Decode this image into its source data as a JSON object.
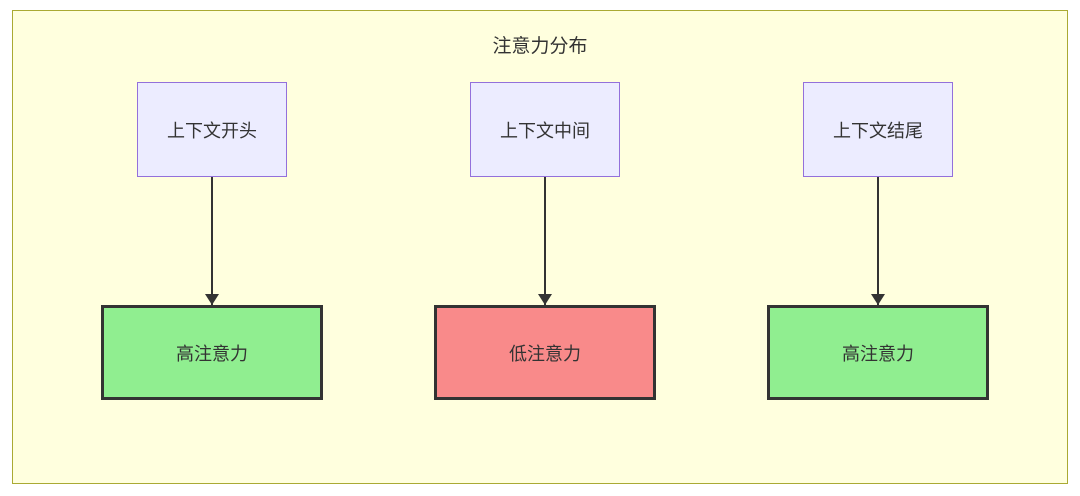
{
  "diagram": {
    "title": "注意力分布",
    "columns": [
      {
        "top": "上下文开头",
        "bottom": "高注意力",
        "bottom_type": "high"
      },
      {
        "top": "上下文中间",
        "bottom": "低注意力",
        "bottom_type": "low"
      },
      {
        "top": "上下文结尾",
        "bottom": "高注意力",
        "bottom_type": "high"
      }
    ],
    "colors": {
      "background": "#ffffde",
      "border": "#aaaa33",
      "top_fill": "#ECECFF",
      "top_border": "#9370DB",
      "high_fill": "#90EE90",
      "low_fill": "#f98a8a",
      "node_border": "#333333"
    }
  }
}
